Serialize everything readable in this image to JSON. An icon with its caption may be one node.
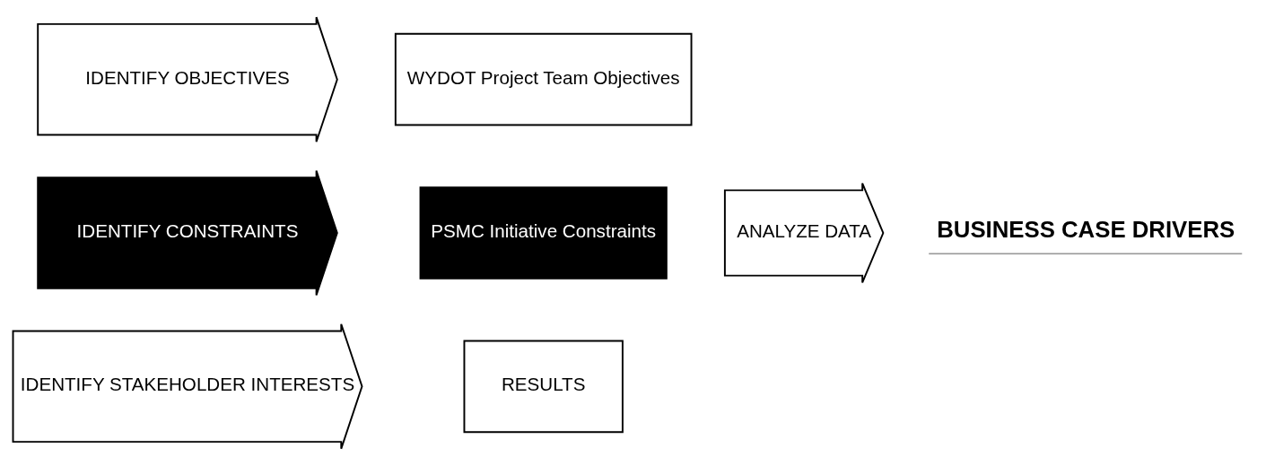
{
  "diagram": {
    "nodes": [
      {
        "text": [
          "IDENTIFY OBJECTIVES"
        ]
      },
      {
        "text": [
          "WYDOT Project Team Objectives"
        ]
      },
      {
        "text": [
          "IDENTIFY CONSTRAINTS"
        ]
      },
      {
        "text": [
          "PSMC Initiative Constraints"
        ]
      },
      {
        "text": [
          "IDENTIFY STAKEHOLDER INTERESTS"
        ]
      },
      {
        "text": [
          "RESULTS"
        ]
      },
      {
        "text": [
          "ANALYZE DATA"
        ]
      },
      {
        "text": [
          "BUSINESS CASE DRIVERS"
        ]
      }
    ],
    "edges": []
  }
}
